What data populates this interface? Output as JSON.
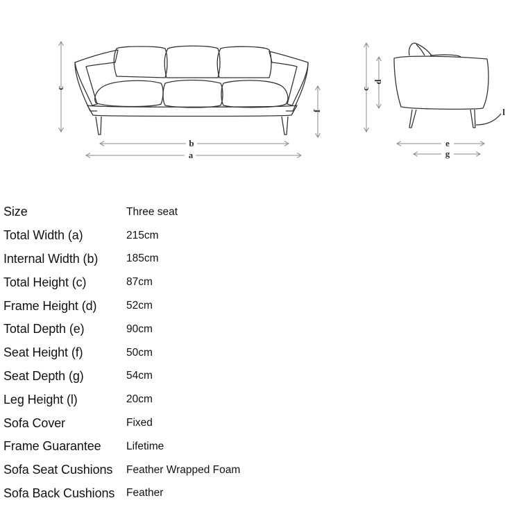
{
  "diagram": {
    "front_view": {
      "letters": {
        "a": "a",
        "b": "b",
        "c": "c",
        "f": "f"
      }
    },
    "side_view": {
      "letters": {
        "c": "c",
        "d": "d",
        "e": "e",
        "g": "g",
        "l": "l"
      }
    }
  },
  "specs": [
    {
      "label": "Size",
      "value": "Three seat"
    },
    {
      "label": "Total Width (a)",
      "value": "215cm"
    },
    {
      "label": "Internal Width (b)",
      "value": "185cm"
    },
    {
      "label": "Total Height (c)",
      "value": "87cm"
    },
    {
      "label": "Frame Height (d)",
      "value": "52cm"
    },
    {
      "label": "Total Depth (e)",
      "value": "90cm"
    },
    {
      "label": "Seat Height (f)",
      "value": "50cm"
    },
    {
      "label": "Seat Depth (g)",
      "value": "54cm"
    },
    {
      "label": "Leg Height (l)",
      "value": "20cm"
    },
    {
      "label": "Sofa Cover",
      "value": "Fixed"
    },
    {
      "label": "Frame Guarantee",
      "value": "Lifetime"
    },
    {
      "label": "Sofa Seat Cushions",
      "value": "Feather Wrapped Foam"
    },
    {
      "label": "Sofa Back Cushions",
      "value": "Feather"
    }
  ]
}
